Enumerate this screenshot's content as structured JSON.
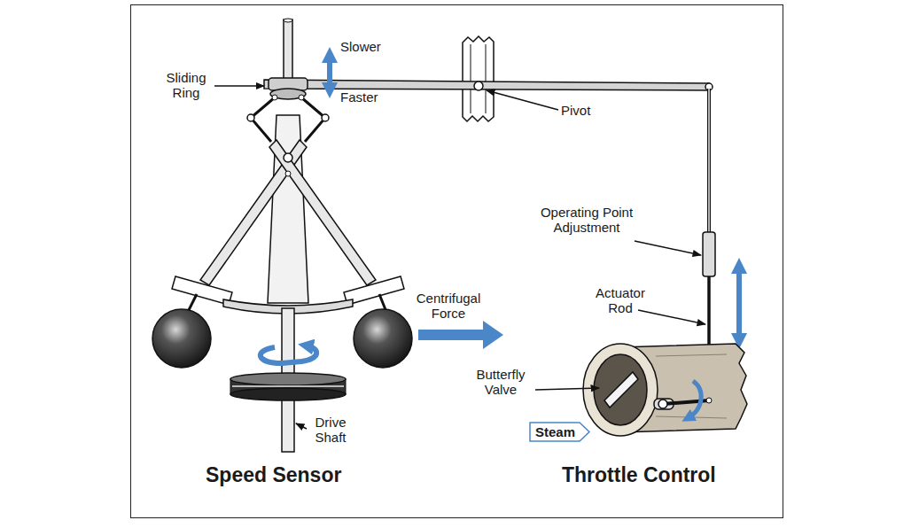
{
  "diagram": {
    "nodes": [
      {
        "text": [
          "Steam"
        ]
      }
    ],
    "labels": [
      "Slower",
      "Faster",
      "Sliding Ring",
      "Pivot",
      "Operating Point Adjustment",
      "Actuator Rod",
      "Centrifugal Force",
      "Butterfly Valve",
      "Drive Shaft",
      "Speed Sensor",
      "Throttle Control"
    ]
  }
}
